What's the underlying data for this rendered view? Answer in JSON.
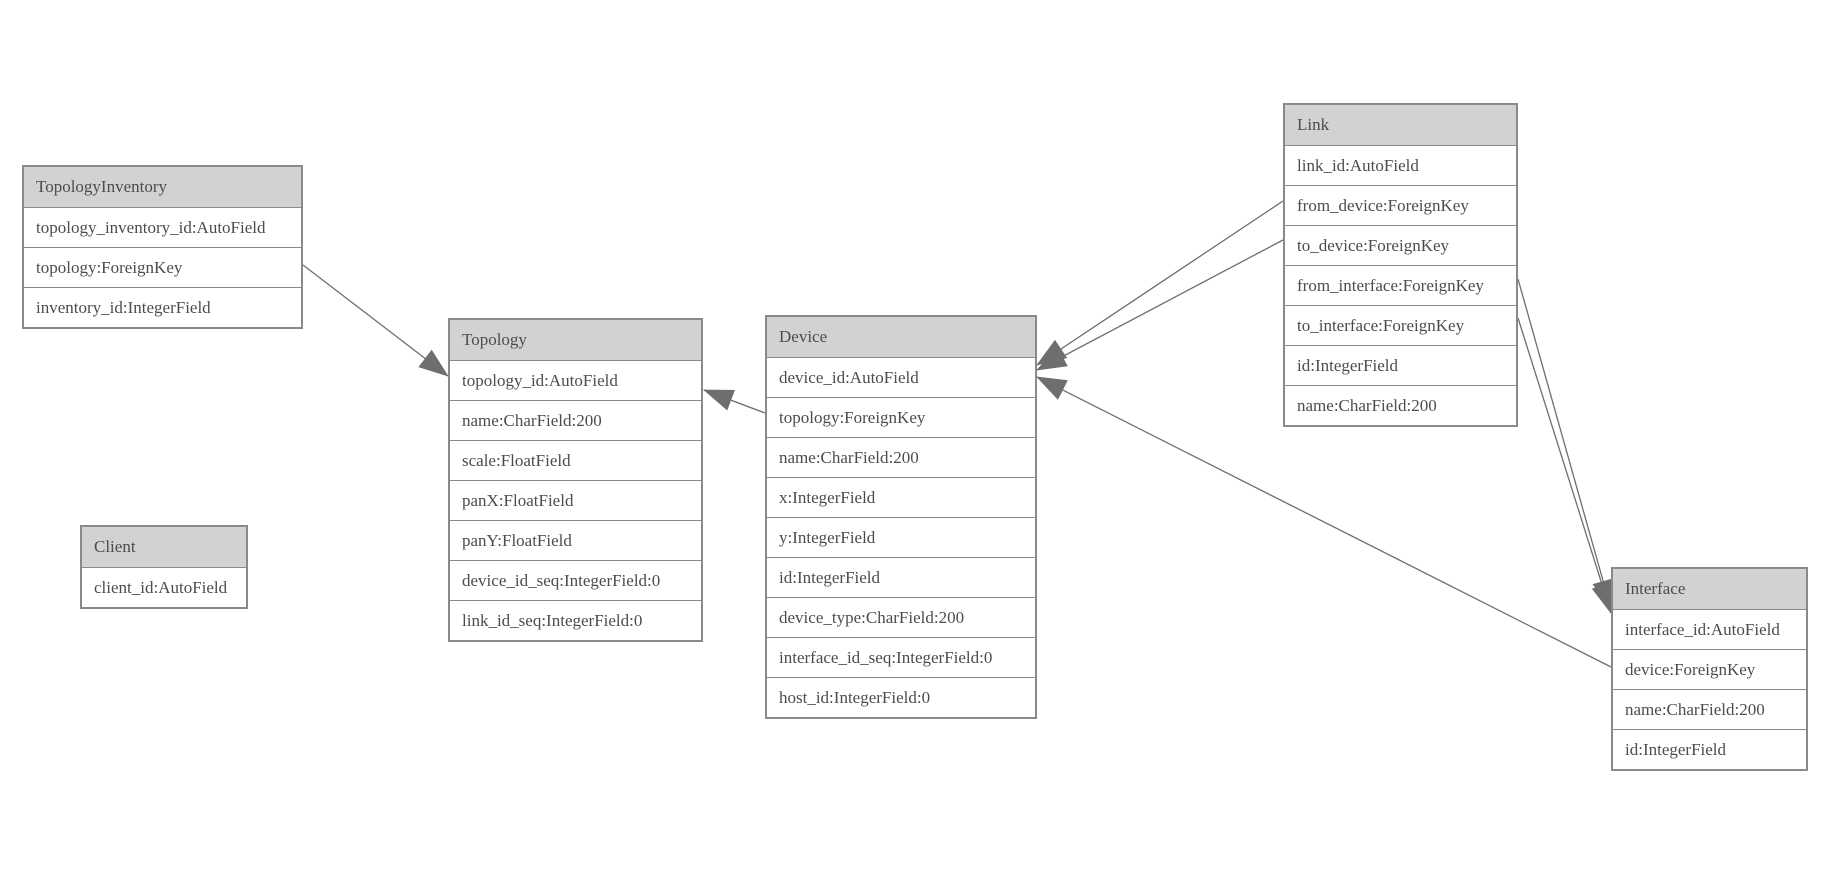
{
  "tables": {
    "topology_inventory": {
      "title": "TopologyInventory",
      "fields": [
        "topology_inventory_id:AutoField",
        "topology:ForeignKey",
        "inventory_id:IntegerField"
      ]
    },
    "topology": {
      "title": "Topology",
      "fields": [
        "topology_id:AutoField",
        "name:CharField:200",
        "scale:FloatField",
        "panX:FloatField",
        "panY:FloatField",
        "device_id_seq:IntegerField:0",
        "link_id_seq:IntegerField:0"
      ]
    },
    "client": {
      "title": "Client",
      "fields": [
        "client_id:AutoField"
      ]
    },
    "device": {
      "title": "Device",
      "fields": [
        "device_id:AutoField",
        "topology:ForeignKey",
        "name:CharField:200",
        "x:IntegerField",
        "y:IntegerField",
        "id:IntegerField",
        "device_type:CharField:200",
        "interface_id_seq:IntegerField:0",
        "host_id:IntegerField:0"
      ]
    },
    "link": {
      "title": "Link",
      "fields": [
        "link_id:AutoField",
        "from_device:ForeignKey",
        "to_device:ForeignKey",
        "from_interface:ForeignKey",
        "to_interface:ForeignKey",
        "id:IntegerField",
        "name:CharField:200"
      ]
    },
    "interface": {
      "title": "Interface",
      "fields": [
        "interface_id:AutoField",
        "device:ForeignKey",
        "name:CharField:200",
        "id:IntegerField"
      ]
    }
  },
  "relationships": [
    {
      "from": "TopologyInventory.topology",
      "to": "Topology.topology_id"
    },
    {
      "from": "Device.topology",
      "to": "Topology.topology_id"
    },
    {
      "from": "Link.from_device",
      "to": "Device.device_id"
    },
    {
      "from": "Link.to_device",
      "to": "Device.device_id"
    },
    {
      "from": "Link.from_interface",
      "to": "Interface.interface_id"
    },
    {
      "from": "Link.to_interface",
      "to": "Interface.interface_id"
    },
    {
      "from": "Interface.device",
      "to": "Device.device_id"
    }
  ],
  "colors": {
    "header_fill": "#d2d2d2",
    "row_fill": "#ffffff",
    "border": "#8a8a8a",
    "text": "#4c4c4c",
    "connector": "#6e6e6e",
    "background": "#ffffff"
  }
}
